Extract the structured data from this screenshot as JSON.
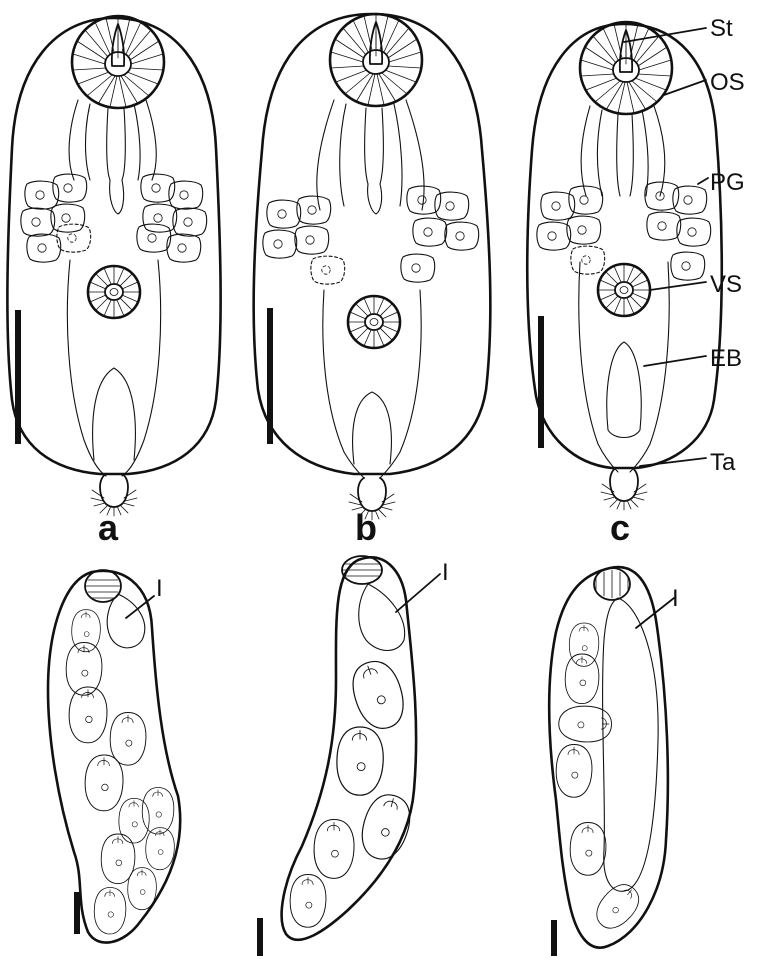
{
  "panels": {
    "a": "a",
    "b": "b",
    "c": "c"
  },
  "labels": {
    "st": "St",
    "os": "OS",
    "pg": "PG",
    "vs": "VS",
    "eb": "EB",
    "ta": "Ta",
    "i_d": "I",
    "i_e": "I",
    "i_f": "I"
  }
}
